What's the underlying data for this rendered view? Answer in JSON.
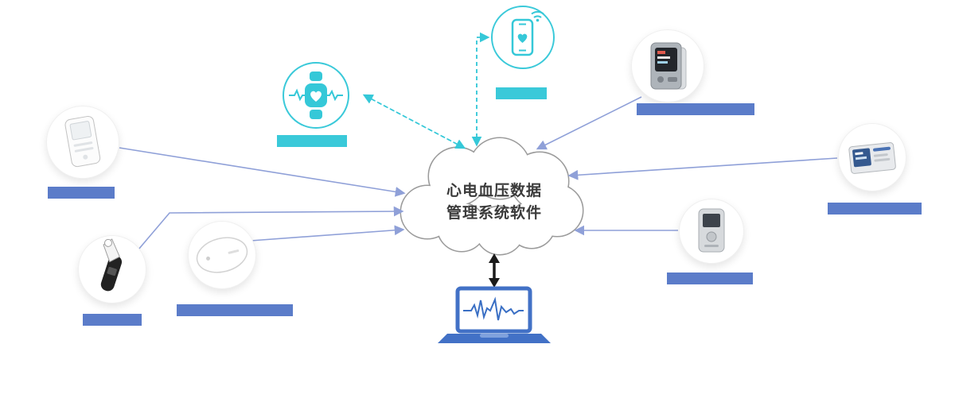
{
  "cloud": {
    "title_line1": "心电血压数据",
    "title_line2": "管理系统软件"
  },
  "devices": [
    {
      "id": "smartwatch",
      "label": ""
    },
    {
      "id": "smartphone-app",
      "label": ""
    },
    {
      "id": "ambulatory-bp-monitor",
      "label": ""
    },
    {
      "id": "ecg-box-device",
      "label": ""
    },
    {
      "id": "holter-recorder",
      "label": ""
    },
    {
      "id": "wall-ecg-device",
      "label": ""
    },
    {
      "id": "ear-probe-device",
      "label": ""
    },
    {
      "id": "ecg-patch",
      "label": ""
    }
  ],
  "colors": {
    "accent_cyan": "#3ac9d9",
    "label_blue": "#5b7cc9",
    "connector_blue": "#8fa0d8",
    "cloud_outline": "#9b9b9b",
    "laptop_blue": "#4271c6",
    "arrow_black": "#1a1a1a"
  }
}
